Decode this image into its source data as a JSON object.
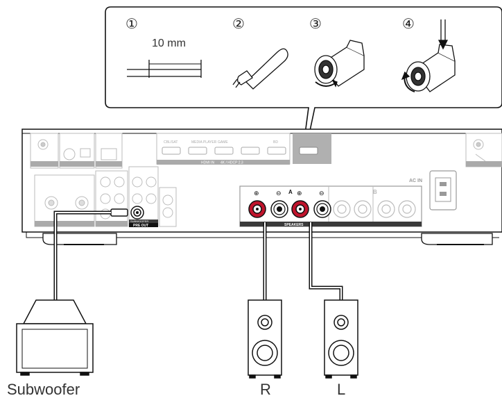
{
  "steps": {
    "step1": "①",
    "step2": "②",
    "step3": "③",
    "step4": "④",
    "strip_length": "10 mm"
  },
  "panel": {
    "hdmi_in": "HDMI IN",
    "hdmi_sub": "4K / HDCP 2.3",
    "cbl_sat": "CBL/SAT",
    "media_player": "MEDIA PLAYER",
    "game": "GAME",
    "bd": "BD",
    "ac_in": "AC IN",
    "pre_out": "PRE OUT",
    "subwoofer_port": "SUBWOOFER",
    "speakers": "SPEAKERS",
    "zone_a": "A",
    "zone_b": "B",
    "plus": "⊕",
    "minus": "⊖"
  },
  "labels": {
    "subwoofer": "Subwoofer",
    "right": "R",
    "left": "L"
  },
  "colors": {
    "outline": "#111111",
    "positive_terminal": "#c0142c",
    "panel_gray": "#b0b0b0",
    "speaker_label_bar": "#3a3a3a"
  }
}
